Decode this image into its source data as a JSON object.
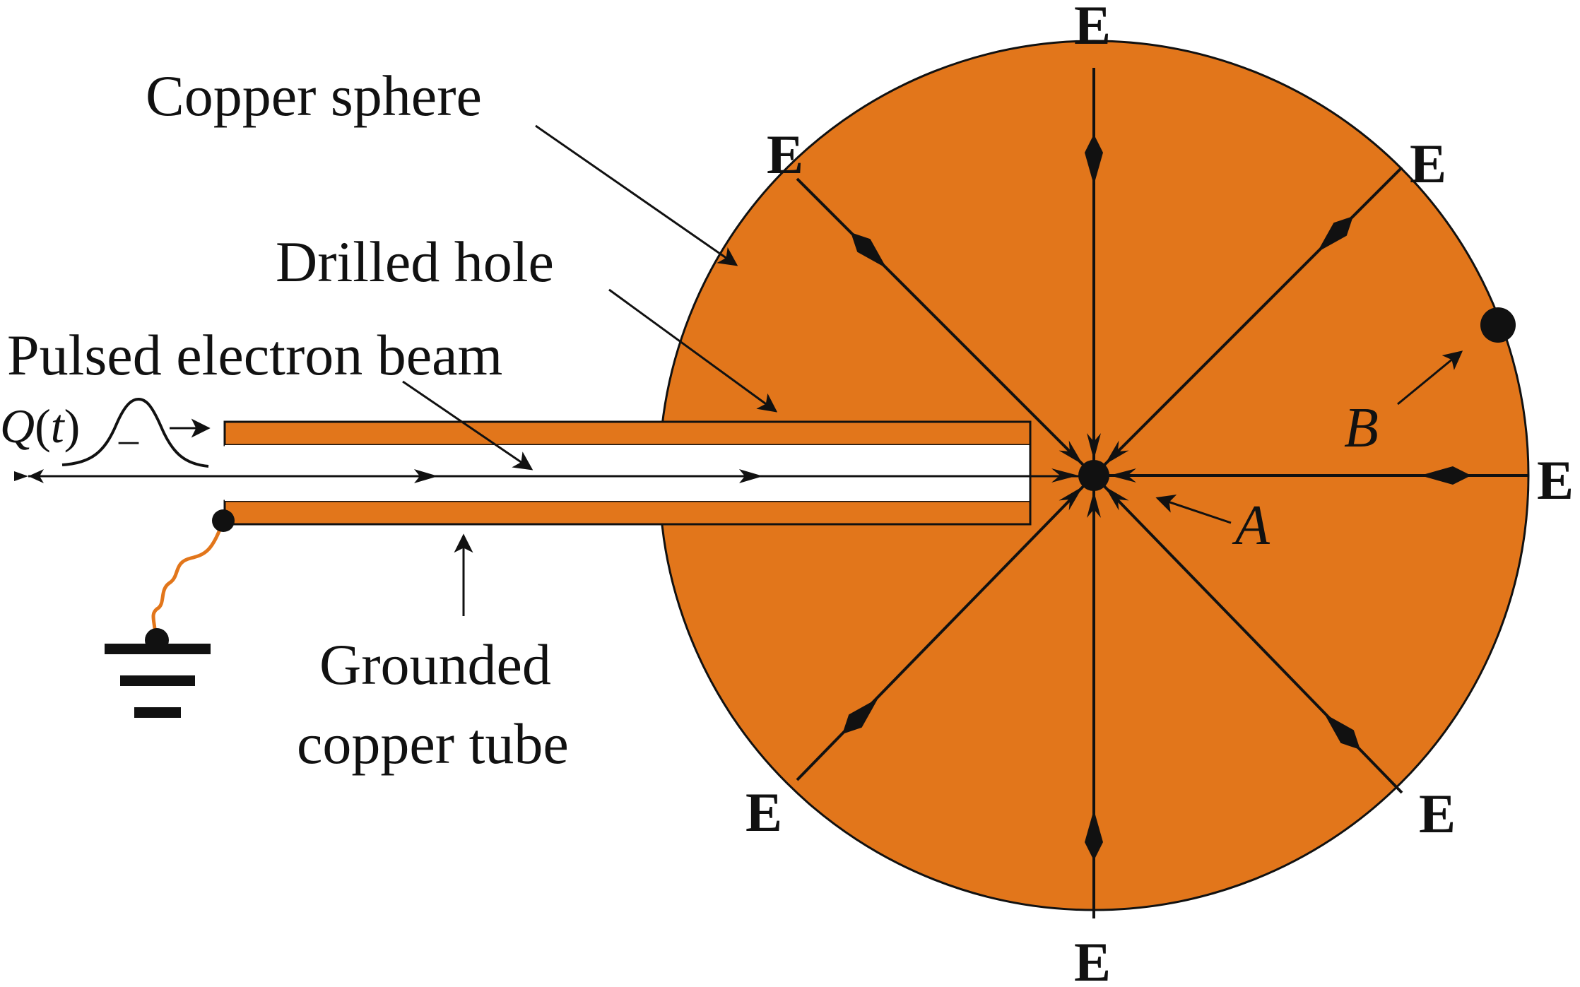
{
  "labels": {
    "copper_sphere": "Copper sphere",
    "drilled_hole": "Drilled hole",
    "pulsed_beam": "Pulsed electron beam",
    "grounded_1": "Grounded",
    "grounded_2": "copper tube",
    "charge_Q": "Q",
    "charge_paren_open": "(",
    "charge_t": "t",
    "charge_paren_close": ")",
    "pulse_minus": "–",
    "point_A": "A",
    "point_B": "B",
    "field": "E"
  },
  "colors": {
    "copper": "#E2761B",
    "wire": "#E2761B",
    "ink": "#111111",
    "background": "#FFFFFF"
  },
  "icons": {
    "ground": "ground-symbol-icon",
    "terminal": "terminal-dot-icon"
  }
}
